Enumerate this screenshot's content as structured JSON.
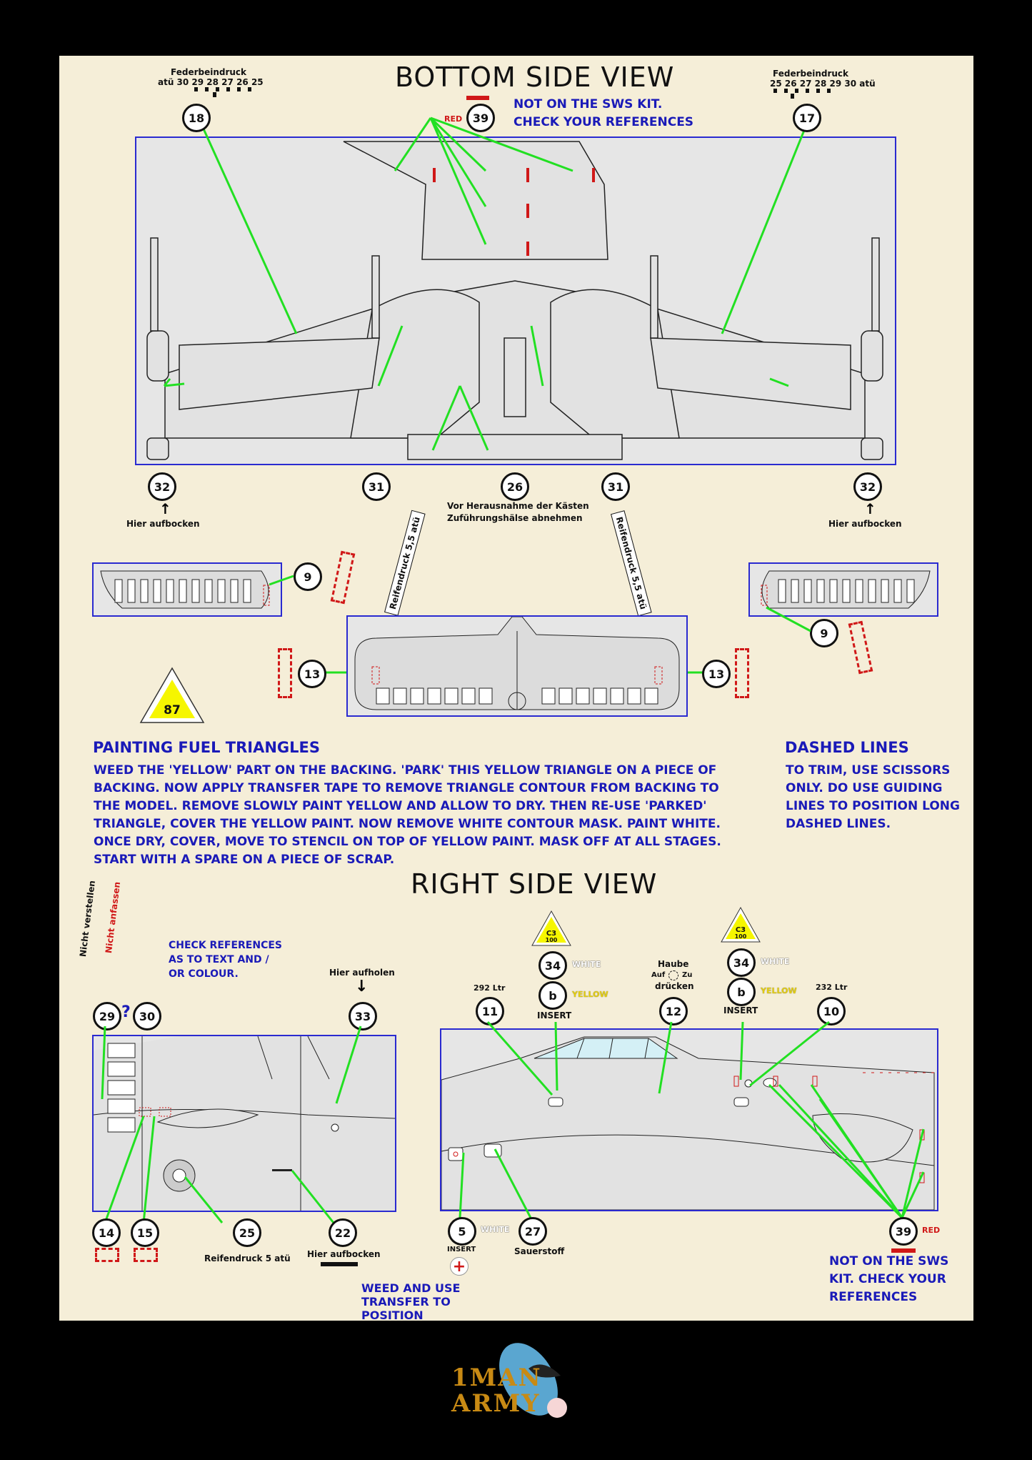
{
  "titles": {
    "bottom": "BOTTOM SIDE VIEW",
    "right": "RIGHT SIDE VIEW"
  },
  "bottom_view": {
    "notice": [
      "NOT ON THE SWS KIT.",
      "CHECK YOUR REFERENCES"
    ],
    "red_label": "RED",
    "pressure_left": {
      "title": "Federbeindruck",
      "scale": "atü 30 29 28 27 26 25"
    },
    "pressure_right": {
      "title": "Federbeindruck",
      "scale": "25 26 27 28 29 30 atü"
    },
    "callouts": {
      "n18": "18",
      "n39": "39",
      "n17": "17",
      "n32": "32",
      "n31": "31",
      "n26": "26",
      "n9": "9",
      "n13": "13"
    },
    "jack_label": "Hier aufbocken",
    "box_note": [
      "Vor Herausnahme der Kästen",
      "Zuführungshälse abnehmen"
    ],
    "tyre_label": "Reifendruck 5,5 atü"
  },
  "fuel_triangle": {
    "number": "87"
  },
  "painting": {
    "heading": "PAINTING FUEL TRIANGLES",
    "lines": [
      "WEED THE 'YELLOW' PART ON THE BACKING. 'PARK' THIS YELLOW TRIANGLE ON A PIECE OF",
      "BACKING. NOW APPLY TRANSFER TAPE TO REMOVE TRIANGLE CONTOUR FROM BACKING TO",
      "THE MODEL. REMOVE SLOWLY PAINT YELLOW AND ALLOW TO DRY. THEN RE-USE 'PARKED'",
      "TRIANGLE, COVER THE YELLOW PAINT. NOW REMOVE WHITE CONTOUR MASK. PAINT WHITE.",
      "ONCE DRY, COVER, MOVE  TO STENCIL ON TOP OF YELLOW PAINT. MASK OFF AT ALL STAGES.",
      "START WITH A SPARE ON A PIECE OF SCRAP."
    ]
  },
  "dashed": {
    "heading": "DASHED LINES",
    "lines": [
      "TO TRIM, USE SCISSORS",
      "ONLY. DO USE GUIDING",
      "LINES TO POSITION LONG",
      "DASHED LINES."
    ]
  },
  "right_view": {
    "check_refs": [
      "CHECK REFERENCES",
      "AS TO TEXT AND /",
      "OR COLOUR."
    ],
    "nicht_verstellen": "Nicht verstellen",
    "nicht_anfassen": "Nicht anfassen",
    "question": "?",
    "hier_aufholen": "Hier aufholen",
    "c3_top": "C3",
    "c3_bottom": "100",
    "white": "WHITE",
    "yellow": "YELLOW",
    "insert": "INSERT",
    "haube": "Haube",
    "auf": "Auf",
    "zu": "Zu",
    "druecken": "drücken",
    "ltr292": "292 Ltr",
    "ltr232": "232 Ltr",
    "callouts": {
      "n29": "29",
      "n30": "30",
      "n33": "33",
      "n34": "34",
      "nb": "b",
      "n11": "11",
      "n12": "12",
      "n10": "10",
      "n14": "14",
      "n15": "15",
      "n25": "25",
      "n22": "22",
      "n5": "5",
      "n27": "27",
      "n39": "39"
    },
    "reifendruck": "Reifendruck 5 atü",
    "hier_aufbocken": "Hier aufbocken",
    "sauerstoff": "Sauerstoff",
    "red_label": "RED",
    "weed_note": [
      "WEED AND USE",
      "TRANSFER TO",
      "POSITION"
    ],
    "notice": [
      "NOT ON THE SWS",
      "KIT. CHECK YOUR",
      "REFERENCES"
    ]
  },
  "logo": {
    "line1": "1MAN",
    "line2": "ARMY"
  },
  "colors": {
    "background": "#000000",
    "sheet": "#f5eed8",
    "blue": "#1a1ab8",
    "red": "#d01818",
    "green": "#22e022",
    "yellow": "#f6f600"
  }
}
